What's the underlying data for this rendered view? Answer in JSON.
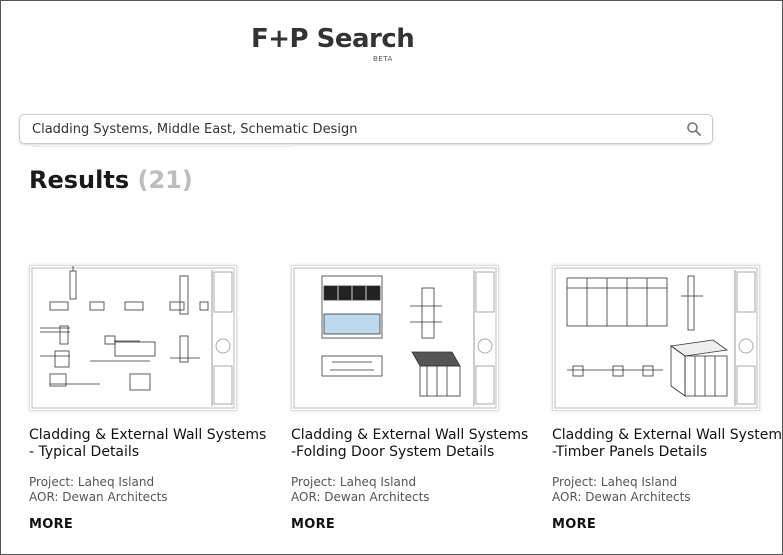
{
  "header": {
    "logo": "F+P Search",
    "badge": "BETA"
  },
  "search": {
    "value": "Cladding Systems, Middle East, Schematic Design"
  },
  "results": {
    "heading": "Results",
    "count": "(21)"
  },
  "cards": [
    {
      "title": "Cladding & External Wall Systems - Typical Details",
      "project": "Project: Laheq Island",
      "aor": "AOR: Dewan Architects",
      "more": "MORE"
    },
    {
      "title": "Cladding & External Wall Systems -Folding Door System Details",
      "project": "Project: Laheq Island",
      "aor": "AOR: Dewan Architects",
      "more": "MORE"
    },
    {
      "title": "Cladding & External Wall Systems -Timber Panels Details",
      "project": "Project: Laheq Island",
      "aor": "AOR: Dewan Architects",
      "more": "MORE"
    }
  ],
  "icons": {
    "search": "search-icon"
  }
}
